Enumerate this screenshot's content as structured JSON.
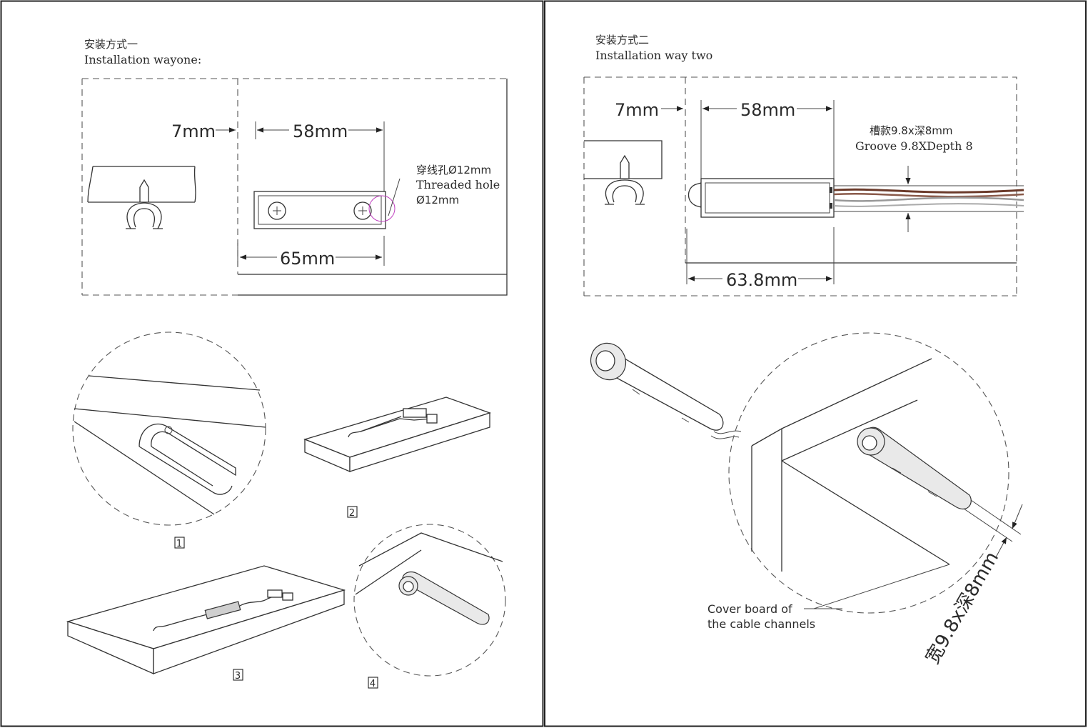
{
  "left_panel": {
    "heading_cn": "安装方式一",
    "heading_en": "Installation wayone:",
    "dim_gap": "7mm",
    "dim_length": "58mm",
    "dim_total": "65mm",
    "hole_cn": "穿线孔Ø12mm",
    "hole_en": "Threaded hole",
    "hole_size": "Ø12mm",
    "steps": [
      "1",
      "2",
      "3",
      "4"
    ]
  },
  "right_panel": {
    "heading_cn": "安装方式二",
    "heading_en": "Installation way two",
    "dim_gap": "7mm",
    "dim_length": "58mm",
    "dim_total": "63.8mm",
    "groove_cn": "槽款9.8x深8mm",
    "groove_en": "Groove 9.8XDepth 8",
    "cover_line1": "Cover board of",
    "cover_line2": "the cable channels",
    "groove_rotated": "宽9.8x深8mm"
  },
  "colors": {
    "line": "#333333",
    "cable_brown": "#6b3a2a",
    "highlight_magenta": "#c040c0"
  }
}
